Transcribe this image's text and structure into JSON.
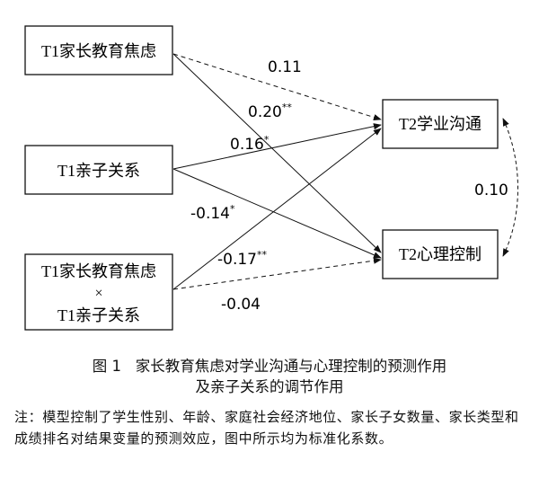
{
  "nodes": {
    "t1_anxiety": "T1家长教育焦虑",
    "t1_relation": "T1亲子关系",
    "interaction_line1": "T1家长教育焦虑",
    "interaction_x": "×",
    "interaction_line2": "T1亲子关系",
    "t2_communication": "T2学业沟通",
    "t2_control": "T2心理控制"
  },
  "paths": {
    "anxiety_to_comm": "0.11",
    "anxiety_to_control": "0.20",
    "anxiety_to_control_sig": "**",
    "relation_to_comm": "0.16",
    "relation_to_comm_sig": "*",
    "relation_to_control": "-0.14",
    "relation_to_control_sig": "*",
    "interaction_to_comm": "-0.17",
    "interaction_to_comm_sig": "**",
    "interaction_to_control": "-0.04",
    "residual_covariance": "0.10"
  },
  "caption": {
    "figure_number": "图 1",
    "title_line1": "家长教育焦虑对学业沟通与心理控制的预测作用",
    "title_line2": "及亲子关系的调节作用"
  },
  "note": "注：模型控制了学生性别、年龄、家庭社会经济地位、家长子女数量、家长类型和成绩排名对结果变量的预测效应，图中所示均为标准化系数。"
}
